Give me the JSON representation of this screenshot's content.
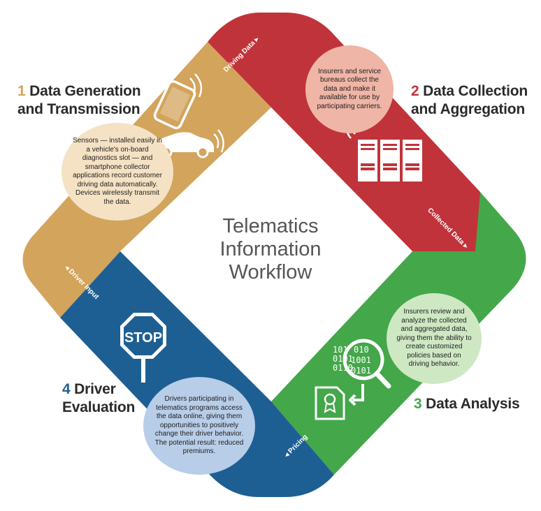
{
  "title": {
    "line1": "Telematics",
    "line2": "Information",
    "line3": "Workflow"
  },
  "stages": [
    {
      "number": "1",
      "line1": "Data Generation",
      "line2": "and Transmission",
      "color": "#d3a45c",
      "description": "Sensors — installed easily in a vehicle's on-board diagnostics slot — and smartphone collector applications record customer driving data automatically. Devices wirelessly transmit the data.",
      "flow_label": "Driving Data"
    },
    {
      "number": "2",
      "line1": "Data Collection",
      "line2": "and Aggregation",
      "color": "#c1333a",
      "description": "Insurers and service bureaus collect the data and make it available for use by participating carriers.",
      "flow_label": "Collected Data"
    },
    {
      "number": "3",
      "line1": "Data Analysis",
      "color": "#44a74a",
      "description": "Insurers review and analyze the collected and aggregated data, giving them the ability to create customized policies based on driving behavior.",
      "flow_label": "Pricing"
    },
    {
      "number": "4",
      "line1": "Driver",
      "line2": "Evaluation",
      "color": "#1e5f93",
      "description": "Drivers participating in telematics programs access the data online, giving them opportunities to positively change their driver behavior. The potential result: reduced premiums.",
      "flow_label": "Driver Input"
    }
  ],
  "icons": {
    "stop_sign_text": "STOP",
    "binary_text": [
      "101",
      "0101",
      "0110",
      "010",
      "1001",
      "0101"
    ]
  }
}
